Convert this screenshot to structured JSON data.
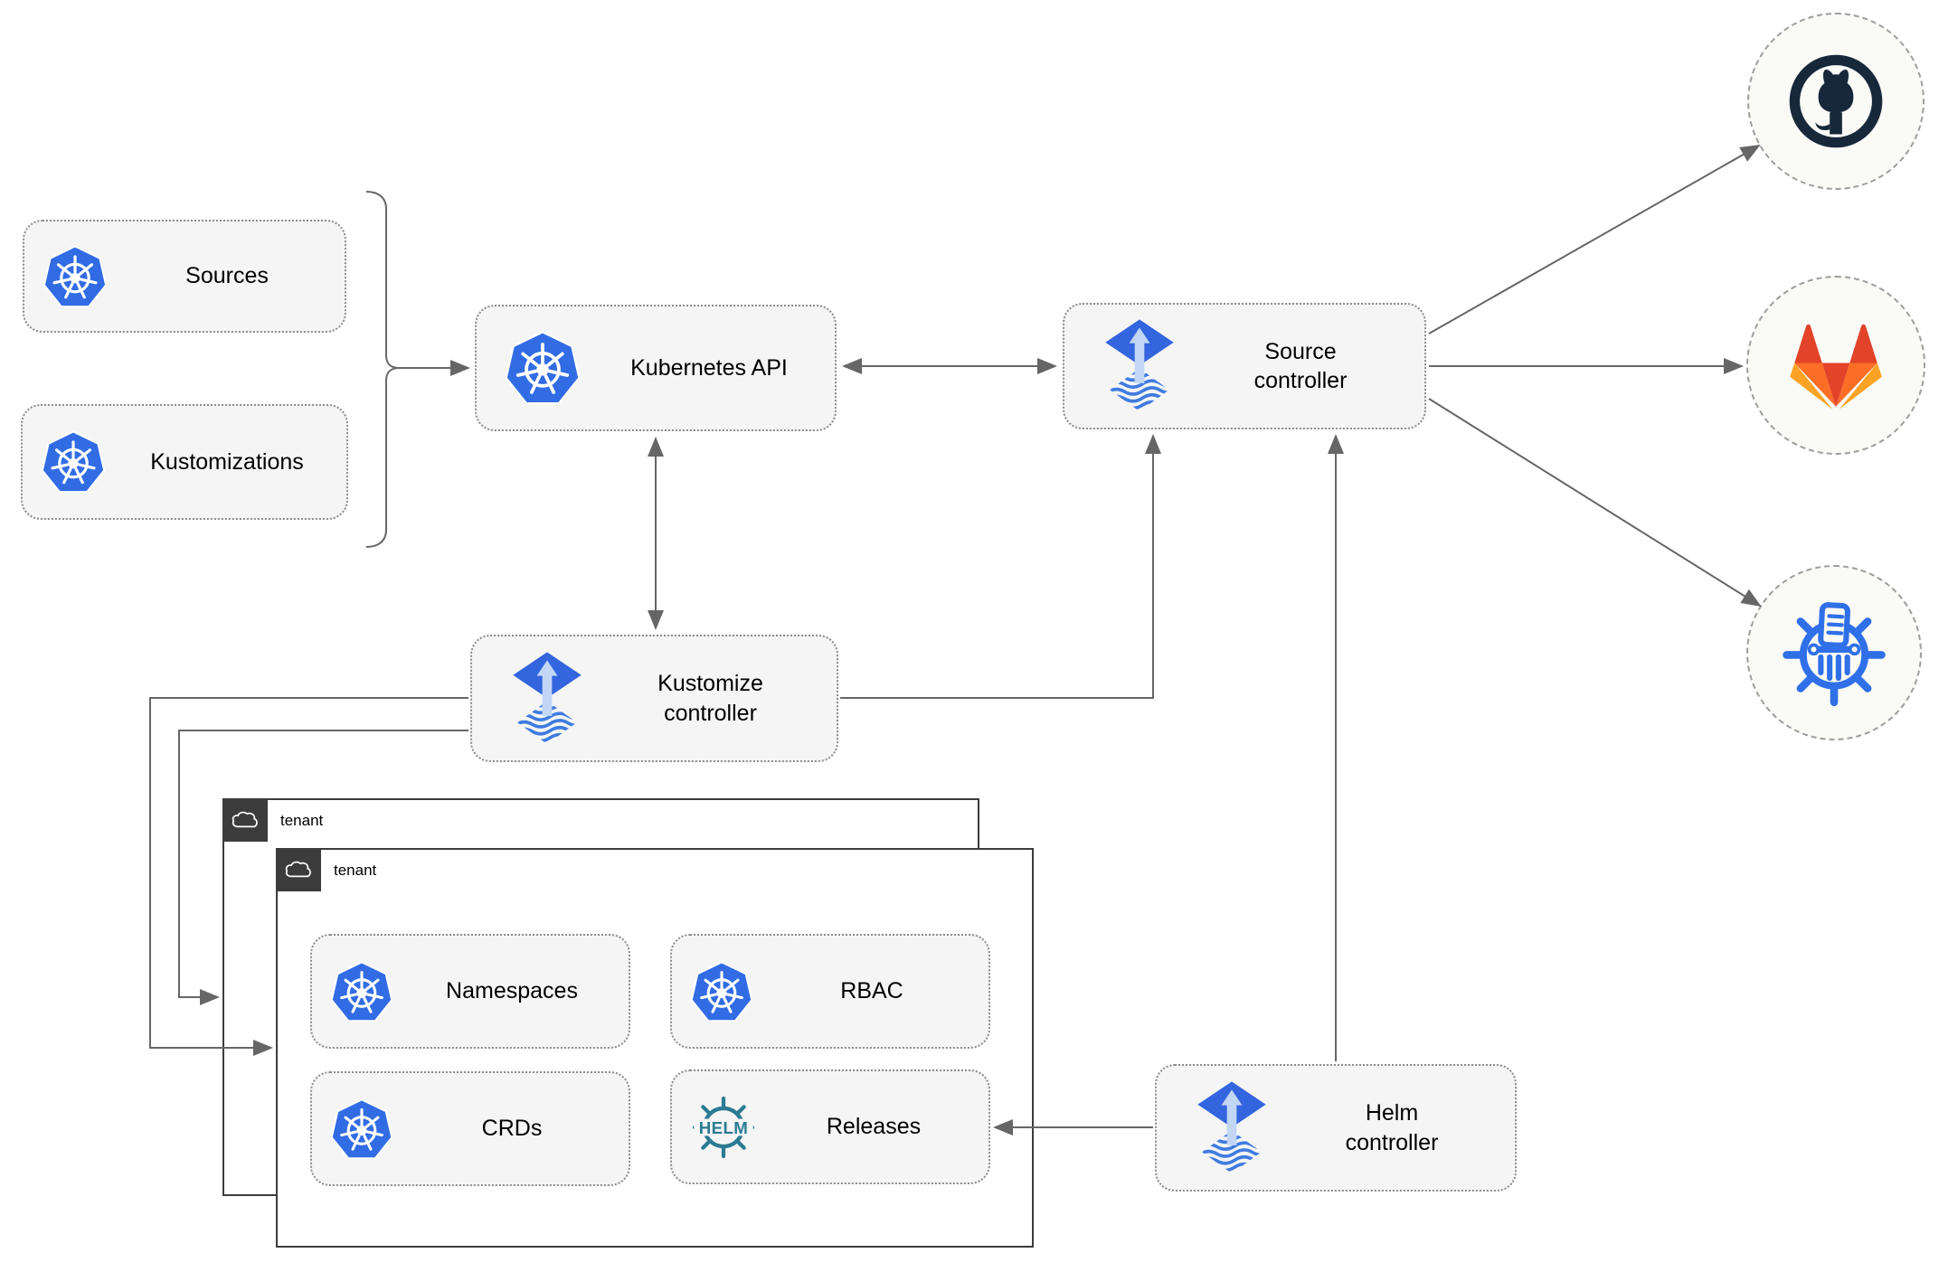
{
  "title": "Flux GitOps architecture diagram",
  "colors": {
    "kubernetes_blue": "#326CE5",
    "flux_blue": "#3365DE",
    "flux_light_blue": "#C2D6F6",
    "helm_teal": "#2A7B93",
    "github_dark": "#17283A",
    "gitlab_dark_orange": "#E24329",
    "gitlab_orange": "#FC6D26",
    "gitlab_light_orange": "#FCA326",
    "registry_blue": "#2F6FE8",
    "arrow_gray": "#666666",
    "node_fill": "#F5F5F5",
    "node_border": "#8C8C8C",
    "tenant_border": "#3C3C3C",
    "tenant_tab_bg": "#3C3C3C",
    "circle_fill": "#FAFAF7",
    "circle_border": "#9E9E9E"
  },
  "nodes": {
    "sources": {
      "label": "Sources",
      "icon": "kubernetes-icon"
    },
    "kustomizations": {
      "label": "Kustomizations",
      "icon": "kubernetes-icon"
    },
    "kubernetes_api": {
      "label": "Kubernetes API",
      "icon": "kubernetes-icon"
    },
    "source_controller": {
      "label": "Source\ncontroller",
      "icon": "flux-icon"
    },
    "kustomize_controller": {
      "label": "Kustomize\ncontroller",
      "icon": "flux-icon"
    },
    "helm_controller": {
      "label": "Helm\ncontroller",
      "icon": "flux-icon"
    },
    "namespaces": {
      "label": "Namespaces",
      "icon": "kubernetes-icon"
    },
    "rbac": {
      "label": "RBAC",
      "icon": "kubernetes-icon"
    },
    "crds": {
      "label": "CRDs",
      "icon": "kubernetes-icon"
    },
    "releases": {
      "label": "Releases",
      "icon": "helm-icon"
    }
  },
  "groups": {
    "tenant_outer": {
      "label": "tenant",
      "icon": "cloud-icon"
    },
    "tenant_inner": {
      "label": "tenant",
      "icon": "cloud-icon"
    }
  },
  "endpoints": {
    "github": {
      "icon": "github-icon"
    },
    "gitlab": {
      "icon": "gitlab-icon"
    },
    "helm_repository": {
      "icon": "helm-repository-icon"
    }
  },
  "helm_logo": {
    "text": "HELM"
  },
  "icons": {
    "kubernetes": "blue-heptagon-ship-wheel",
    "flux": "blue-diamond-up-arrow-over-striped-diamond",
    "helm": "teal-ship-wheel-HELM-wordmark",
    "cloud": "white-cloud-outline",
    "github": "octocat-in-ring",
    "gitlab": "tanuki-fox",
    "helm_repository": "column-and-document-in-spoked-wheel"
  },
  "edges": [
    {
      "from": "sources+kustomizations",
      "to": "kubernetes_api",
      "style": "brace-arrow"
    },
    {
      "from": "kubernetes_api",
      "to": "source_controller",
      "style": "double-arrow"
    },
    {
      "from": "kubernetes_api",
      "to": "kustomize_controller",
      "style": "double-arrow"
    },
    {
      "from": "kustomize_controller",
      "to": "source_controller",
      "style": "arrow"
    },
    {
      "from": "kustomize_controller",
      "to": "tenant_outer",
      "style": "arrow"
    },
    {
      "from": "kustomize_controller",
      "to": "tenant_inner",
      "style": "arrow"
    },
    {
      "from": "helm_controller",
      "to": "source_controller",
      "style": "arrow"
    },
    {
      "from": "helm_controller",
      "to": "releases",
      "style": "arrow"
    },
    {
      "from": "source_controller",
      "to": "github",
      "style": "arrow"
    },
    {
      "from": "source_controller",
      "to": "gitlab",
      "style": "arrow"
    },
    {
      "from": "source_controller",
      "to": "helm_repository",
      "style": "arrow"
    }
  ]
}
